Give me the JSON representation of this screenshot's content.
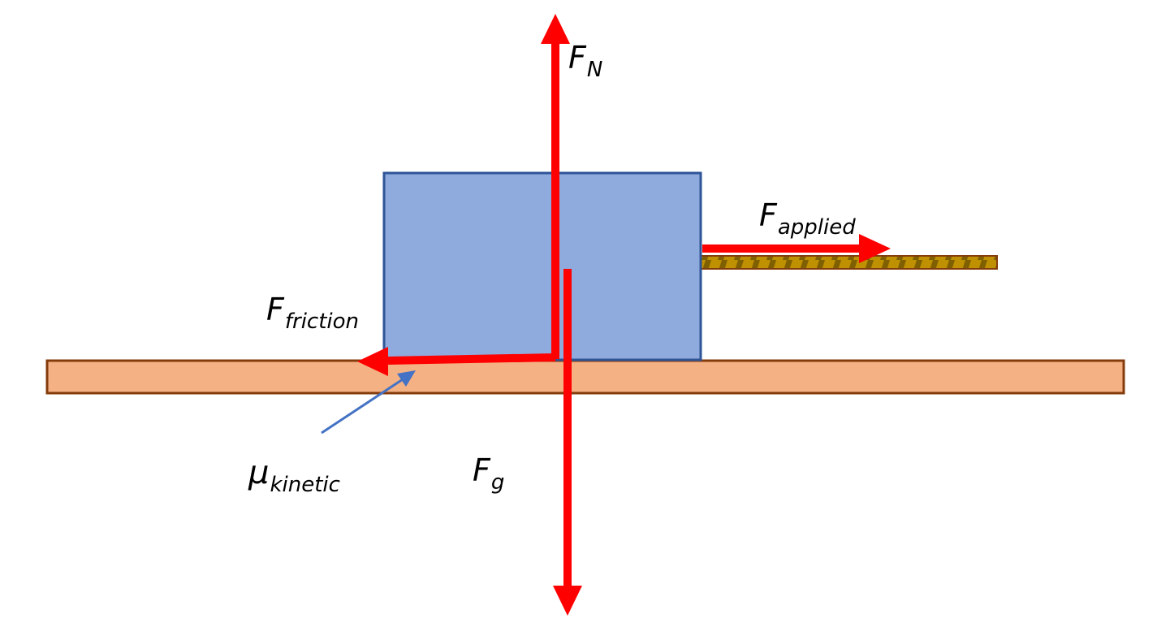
{
  "labels": {
    "normal_force": {
      "main": "F",
      "sub": "N"
    },
    "applied_force": {
      "main": "F",
      "sub": "applied"
    },
    "friction_force": {
      "main": "F",
      "sub": "friction"
    },
    "kinetic_coefficient": {
      "main": "μ",
      "sub": "kinetic"
    },
    "gravity_force": {
      "main": "F",
      "sub": "g"
    }
  },
  "colors": {
    "force_arrow": "#ff0000",
    "block_fill": "#8faadc",
    "block_stroke": "#2f5597",
    "surface_fill": "#f4b183",
    "surface_stroke": "#843c0c",
    "rope_light": "#bf9000",
    "rope_dark": "#7f6000",
    "pointer_arrow": "#4472c4"
  }
}
